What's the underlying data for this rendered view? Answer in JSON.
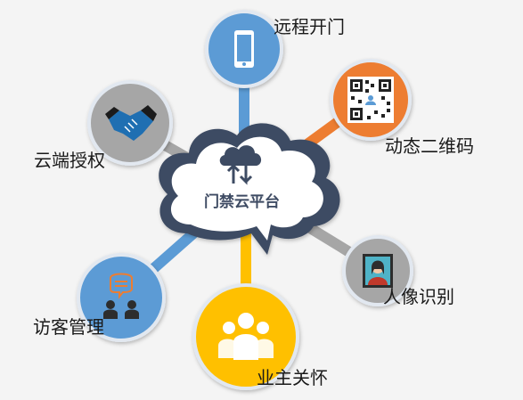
{
  "hub": {
    "label": "门禁云平台",
    "icon": "cloud-sync-icon"
  },
  "colors": {
    "background": "#f4f4f4",
    "hub_cloud": "#3e4b63",
    "blue": "#5b9bd5",
    "orange": "#ed7d31",
    "gray": "#a6a6a6",
    "gold": "#ffc000"
  },
  "features": [
    {
      "id": "remote-open",
      "label": "远程开门",
      "icon": "mobile-phone-icon",
      "color": "#5b9bd5"
    },
    {
      "id": "dynamic-qr",
      "label": "动态二维码",
      "icon": "qr-code-icon",
      "color": "#ed7d31"
    },
    {
      "id": "face-recognition",
      "label": "人像识别",
      "icon": "portrait-icon",
      "color": "#a6a6a6"
    },
    {
      "id": "owner-care",
      "label": "业主关怀",
      "icon": "people-group-icon",
      "color": "#ffc000"
    },
    {
      "id": "visitor-management",
      "label": "访客管理",
      "icon": "visitor-chat-icon",
      "color": "#5b9bd5"
    },
    {
      "id": "cloud-auth",
      "label": "云端授权",
      "icon": "handshake-icon",
      "color": "#a6a6a6"
    }
  ]
}
